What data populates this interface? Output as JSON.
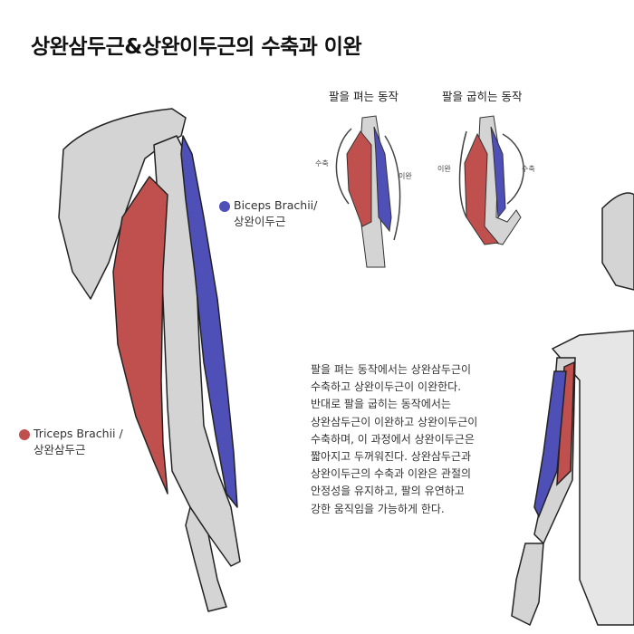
{
  "title": "상완삼두근&상완이두근의 수축과 이완",
  "labels": {
    "biceps_en": "Biceps Brachii/",
    "biceps_ko": "상완이두근",
    "triceps_en": "Triceps Brachii /",
    "triceps_ko": "상완삼두근"
  },
  "diagrams": {
    "extend": {
      "heading": "팔을 펴는 동작",
      "left": "수축",
      "right": "이완"
    },
    "flex": {
      "heading": "팔을 굽히는 동작",
      "left": "이완",
      "right": "수축"
    }
  },
  "paragraph": [
    "팔을 펴는 동작에서는 상완삼두근이",
    "수축하고 상완이두근이 이완한다.",
    "반대로 팔을 굽히는 동작에서는",
    "상완삼두근이 이완하고 상완이두근이",
    "수축하며, 이 과정에서 상완이두근은",
    "짧아지고 두꺼워진다. 상완삼두근과",
    "상완이두근의 수축과 이완은 관절의",
    "안정성을 유지하고, 팔의 유연하고",
    "강한 움직임을 가능하게 한다."
  ],
  "colors": {
    "triceps": "#c0504d",
    "biceps": "#4f4fb8",
    "bone": "#d4d4d4"
  }
}
